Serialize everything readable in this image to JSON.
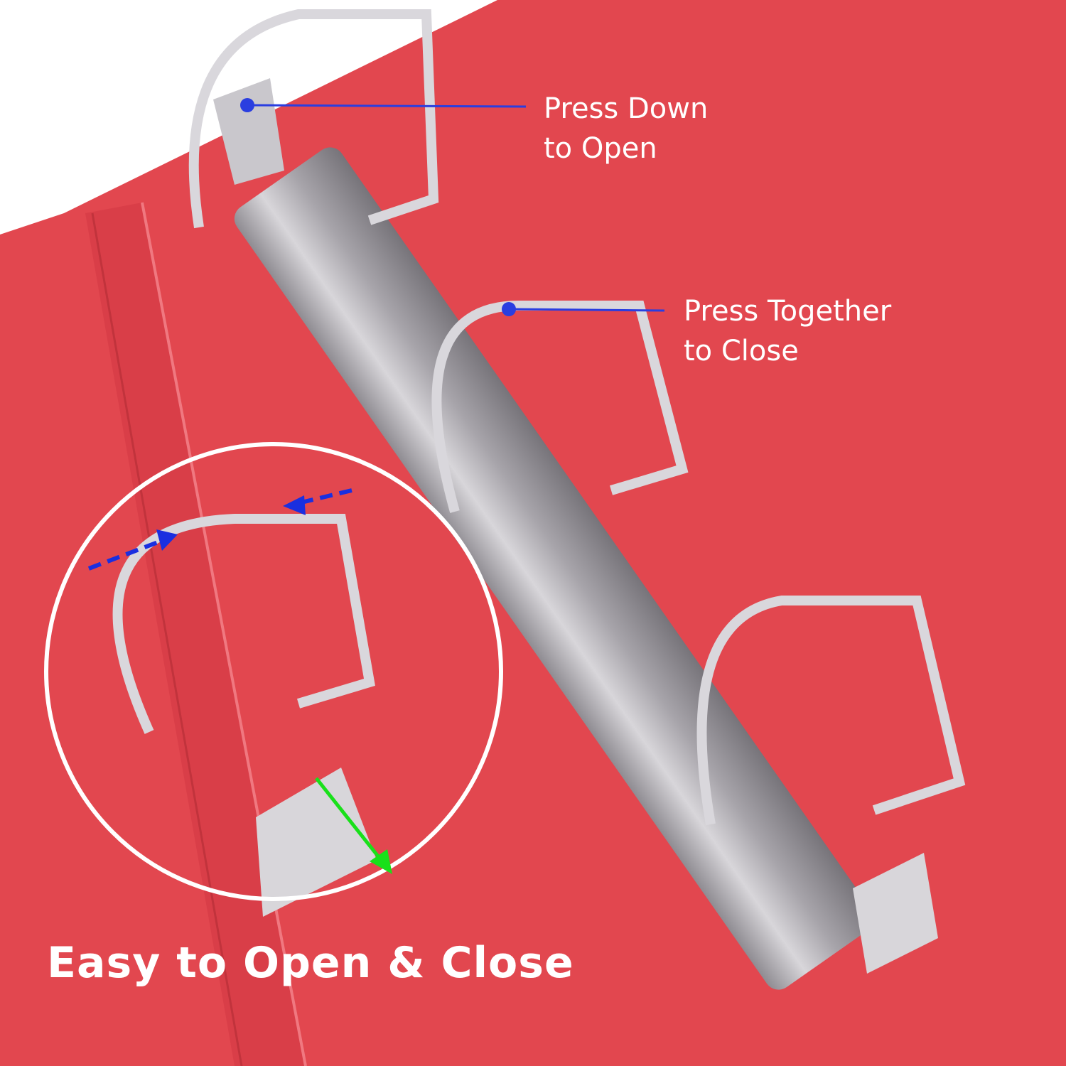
{
  "callouts": {
    "open": {
      "line1": "Press Down",
      "line2": "to Open"
    },
    "close": {
      "line1": "Press Together",
      "line2": "to Close"
    }
  },
  "headline": "Easy to Open & Close",
  "colors": {
    "binder_red": "#e2474f",
    "binder_shadow": "#c93640",
    "metal": "#b9b6bb",
    "callout_line": "#2a3ee0",
    "arrow_blue": "#1a2fe0",
    "arrow_green": "#19e01a"
  }
}
